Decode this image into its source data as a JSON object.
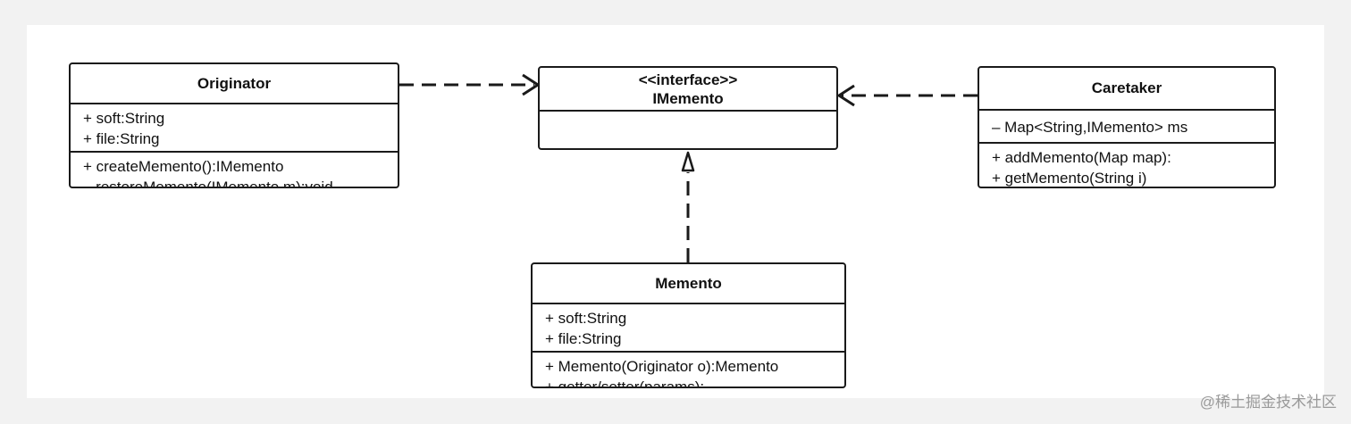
{
  "diagram": {
    "originator": {
      "name": "Originator",
      "attributes": [
        "+ soft:String",
        "+ file:String"
      ],
      "methods": [
        "+ createMemento():IMemento",
        "– restoreMemento(IMemento m):void"
      ]
    },
    "imemento": {
      "stereotype": "<<interface>>",
      "name": "IMemento"
    },
    "caretaker": {
      "name": "Caretaker",
      "attributes": [
        "– Map<String,IMemento> ms"
      ],
      "methods": [
        "+ addMemento(Map map):",
        "+ getMemento(String i)"
      ]
    },
    "memento": {
      "name": "Memento",
      "attributes": [
        "+ soft:String",
        "+ file:String"
      ],
      "methods": [
        "+ Memento(Originator o):Memento",
        "+ getter/setter(params):"
      ]
    },
    "relations": [
      {
        "from": "Originator",
        "to": "IMemento",
        "kind": "dependency"
      },
      {
        "from": "Caretaker",
        "to": "IMemento",
        "kind": "dependency"
      },
      {
        "from": "Memento",
        "to": "IMemento",
        "kind": "realization"
      }
    ]
  },
  "watermark": "@稀土掘金技术社区"
}
